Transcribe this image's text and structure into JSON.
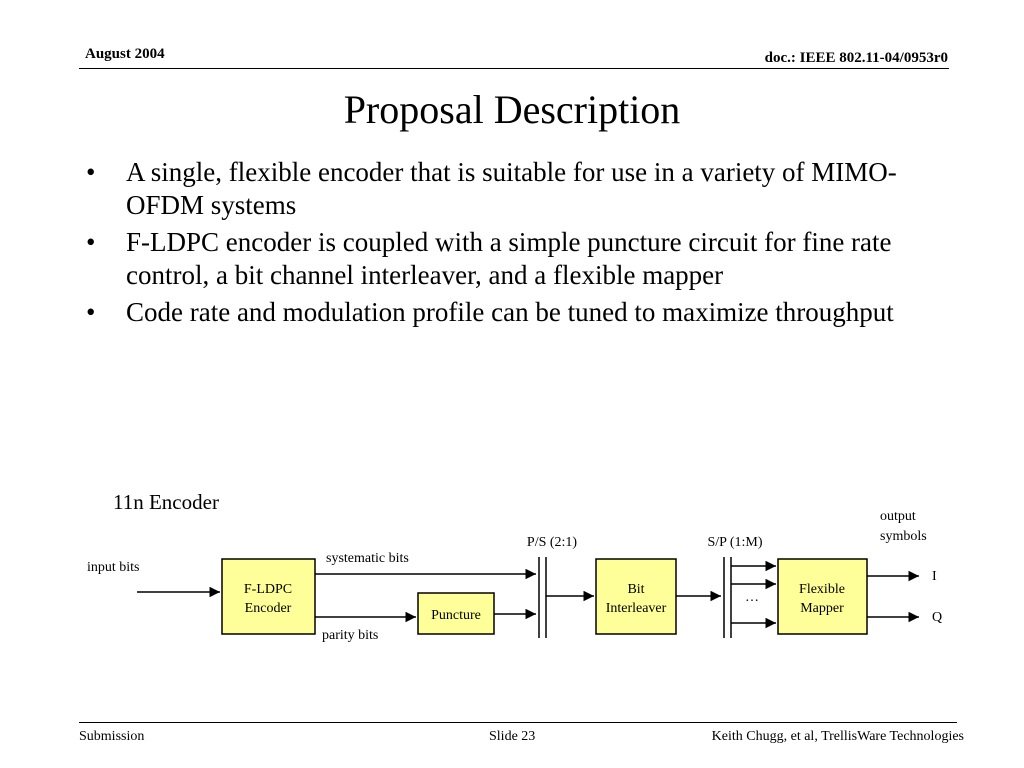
{
  "header": {
    "date": "August 2004",
    "doc_id": "doc.: IEEE 802.11-04/0953r0"
  },
  "title": "Proposal Description",
  "bullets": [
    "A single, flexible encoder that is suitable for use in a variety of MIMO-OFDM systems",
    "F-LDPC encoder is coupled with a simple puncture circuit for fine rate control, a bit channel interleaver, and a flexible mapper",
    "Code rate and modulation profile can be tuned to maximize throughput"
  ],
  "diagram": {
    "caption": "11n Encoder",
    "input_label": "input bits",
    "encoder_line1": "F-LDPC",
    "encoder_line2": "Encoder",
    "puncture": "Puncture",
    "systematic_label": "systematic bits",
    "parity_label": "parity bits",
    "ps_label": "P/S (2:1)",
    "interleaver_line1": "Bit",
    "interleaver_line2": "Interleaver",
    "sp_label": "S/P (1:M)",
    "ellipsis": "…",
    "mapper_line1": "Flexible",
    "mapper_line2": "Mapper",
    "output_line1": "output",
    "output_line2": "symbols",
    "out_i": "I",
    "out_q": "Q",
    "box_fill": "#FFFF99"
  },
  "footer": {
    "left": "Submission",
    "center": "Slide 23",
    "right": "Keith Chugg, et al, TrellisWare Technologies"
  }
}
